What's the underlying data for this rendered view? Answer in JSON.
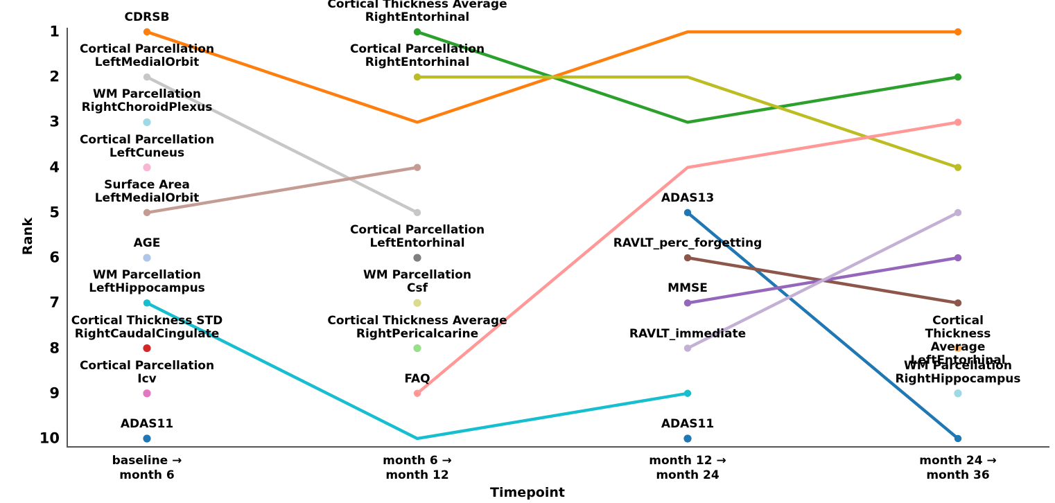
{
  "chart_data": {
    "type": "line",
    "subtype": "bump-chart",
    "title": "",
    "xlabel": "Timepoint",
    "ylabel": "Rank",
    "grid": false,
    "legend": "none",
    "ylim": [
      10.6,
      0.55
    ],
    "y_inverted": true,
    "yticks": [
      1,
      2,
      3,
      4,
      5,
      6,
      7,
      8,
      9,
      10
    ],
    "categories": [
      "baseline →\nmonth 6",
      "month 6 →\nmonth 12",
      "month 12 →\nmonth 24",
      "month 24 →\nmonth 36"
    ],
    "series": [
      {
        "name": "CDRSB",
        "color": "#ff7f0e",
        "x": [
          0,
          1,
          2,
          3
        ],
        "values": [
          1,
          3,
          1,
          1
        ],
        "labels": [
          {
            "x": 0,
            "rank": 1,
            "text": "CDRSB"
          }
        ]
      },
      {
        "name": "Cortical Thickness Average RightEntorhinal",
        "color": "#2ca02c",
        "x": [
          1,
          2,
          3
        ],
        "values": [
          1,
          3,
          2
        ],
        "labels": [
          {
            "x": 1,
            "rank": 1,
            "text": "Cortical Thickness Average\nRightEntorhinal"
          }
        ]
      },
      {
        "name": "Cortical Parcellation LeftMedialOrbit",
        "color": "#c7c7c7",
        "x": [
          0,
          1
        ],
        "values": [
          2,
          5
        ],
        "labels": [
          {
            "x": 0,
            "rank": 2,
            "text": "Cortical Parcellation\nLeftMedialOrbit"
          }
        ]
      },
      {
        "name": "Cortical Parcellation RightEntorhinal",
        "color": "#bcbd22",
        "x": [
          1,
          2,
          3
        ],
        "values": [
          2,
          2,
          4
        ],
        "labels": [
          {
            "x": 1,
            "rank": 2,
            "text": "Cortical Parcellation\nRightEntorhinal"
          }
        ]
      },
      {
        "name": "WM Parcellation RightChoroidPlexus",
        "color": "#9edae5",
        "x": [
          0
        ],
        "values": [
          3
        ],
        "labels": [
          {
            "x": 0,
            "rank": 3,
            "text": "WM Parcellation\nRightChoroidPlexus"
          }
        ]
      },
      {
        "name": "Cortical Parcellation LeftCuneus",
        "color": "#f7b6d2",
        "x": [
          0
        ],
        "values": [
          4
        ],
        "labels": [
          {
            "x": 0,
            "rank": 4,
            "text": "Cortical Parcellation\nLeftCuneus"
          }
        ]
      },
      {
        "name": "Surface Area LeftMedialOrbit",
        "color": "#c49c94",
        "x": [
          0,
          1
        ],
        "values": [
          5,
          4
        ],
        "labels": [
          {
            "x": 0,
            "rank": 5,
            "text": "Surface Area\nLeftMedialOrbit"
          }
        ]
      },
      {
        "name": "Cortical Parcellation LeftEntorhinal",
        "color": "#7f7f7f",
        "x": [
          1
        ],
        "values": [
          6
        ],
        "labels": [
          {
            "x": 1,
            "rank": 6,
            "text": "Cortical Parcellation\nLeftEntorhinal"
          }
        ]
      },
      {
        "name": "WM Parcellation Csf",
        "color": "#dbdb8d",
        "x": [
          1
        ],
        "values": [
          7
        ],
        "labels": [
          {
            "x": 1,
            "rank": 7,
            "text": "WM Parcellation\nCsf"
          }
        ]
      },
      {
        "name": "Cortical Thickness Average RightPericalcarine",
        "color": "#98df8a",
        "x": [
          1
        ],
        "values": [
          8
        ],
        "labels": [
          {
            "x": 1,
            "rank": 8,
            "text": "Cortical Thickness Average\nRightPericalcarine"
          }
        ]
      },
      {
        "name": "AGE",
        "color": "#aec7e8",
        "x": [
          0
        ],
        "values": [
          6
        ],
        "labels": [
          {
            "x": 0,
            "rank": 6,
            "text": "AGE"
          }
        ]
      },
      {
        "name": "WM Parcellation LeftHippocampus",
        "color": "#17becf",
        "x": [
          0,
          1,
          2
        ],
        "values": [
          7,
          10,
          9
        ],
        "labels": [
          {
            "x": 0,
            "rank": 7,
            "text": "WM Parcellation\nLeftHippocampus"
          }
        ]
      },
      {
        "name": "Cortical Thickness STD RightCaudalCingulate",
        "color": "#d62728",
        "x": [
          0
        ],
        "values": [
          8
        ],
        "labels": [
          {
            "x": 0,
            "rank": 8,
            "text": "Cortical Thickness STD\nRightCaudalCingulate"
          }
        ]
      },
      {
        "name": "Cortical Parcellation Icv",
        "color": "#e377c2",
        "x": [
          0
        ],
        "values": [
          9
        ],
        "labels": [
          {
            "x": 0,
            "rank": 9,
            "text": "Cortical Parcellation\nIcv"
          }
        ]
      },
      {
        "name": "ADAS11",
        "color": "#1f77b4",
        "x": [
          0
        ],
        "values": [
          10
        ],
        "labels": [
          {
            "x": 0,
            "rank": 10,
            "text": "ADAS11"
          }
        ]
      },
      {
        "name": "FAQ",
        "color": "#ff9896",
        "x": [
          1,
          2,
          3
        ],
        "values": [
          9,
          4,
          3
        ],
        "labels": [
          {
            "x": 1,
            "rank": 9,
            "text": "FAQ"
          }
        ]
      },
      {
        "name": "ADAS13",
        "color": "#1f77b4",
        "x": [
          2,
          3
        ],
        "values": [
          5,
          10
        ],
        "labels": [
          {
            "x": 2,
            "rank": 5,
            "text": "ADAS13"
          }
        ]
      },
      {
        "name": "RAVLT_perc_forgetting",
        "color": "#8c564b",
        "x": [
          2,
          3
        ],
        "values": [
          6,
          7
        ],
        "labels": [
          {
            "x": 2,
            "rank": 6,
            "text": "RAVLT_perc_forgetting"
          }
        ]
      },
      {
        "name": "MMSE",
        "color": "#9467bd",
        "x": [
          2,
          3
        ],
        "values": [
          7,
          6
        ],
        "labels": [
          {
            "x": 2,
            "rank": 7,
            "text": "MMSE"
          }
        ]
      },
      {
        "name": "RAVLT_immediate",
        "color": "#c5b0d5",
        "x": [
          2,
          3
        ],
        "values": [
          8,
          5
        ],
        "labels": [
          {
            "x": 2,
            "rank": 8,
            "text": "RAVLT_immediate"
          }
        ]
      },
      {
        "name": "ADAS11 (month 12)",
        "color": "#1f77b4",
        "x": [
          2
        ],
        "values": [
          10
        ],
        "labels": [
          {
            "x": 2,
            "rank": 10,
            "text": "ADAS11"
          }
        ]
      },
      {
        "name": "Cortical Thickness Average LeftEntorhinal",
        "color": "#ffbb78",
        "x": [
          3
        ],
        "values": [
          8
        ],
        "labels": [
          {
            "x": 3,
            "rank": 8,
            "text": "Cortical Thickness Average\nLeftEntorhinal"
          }
        ]
      },
      {
        "name": "WM Parcellation RightHippocampus",
        "color": "#9edae5",
        "x": [
          3
        ],
        "values": [
          9
        ],
        "labels": [
          {
            "x": 3,
            "rank": 9,
            "text": "WM Parcellation\nRightHippocampus"
          }
        ]
      }
    ]
  },
  "axes": {
    "ylabel": "Rank",
    "xlabel": "Timepoint",
    "yticks": [
      "1",
      "2",
      "3",
      "4",
      "5",
      "6",
      "7",
      "8",
      "9",
      "10"
    ],
    "xticks": [
      "baseline →\nmonth 6",
      "month 6 →\nmonth 12",
      "month 12 →\nmonth 24",
      "month 24 →\nmonth 36"
    ]
  }
}
